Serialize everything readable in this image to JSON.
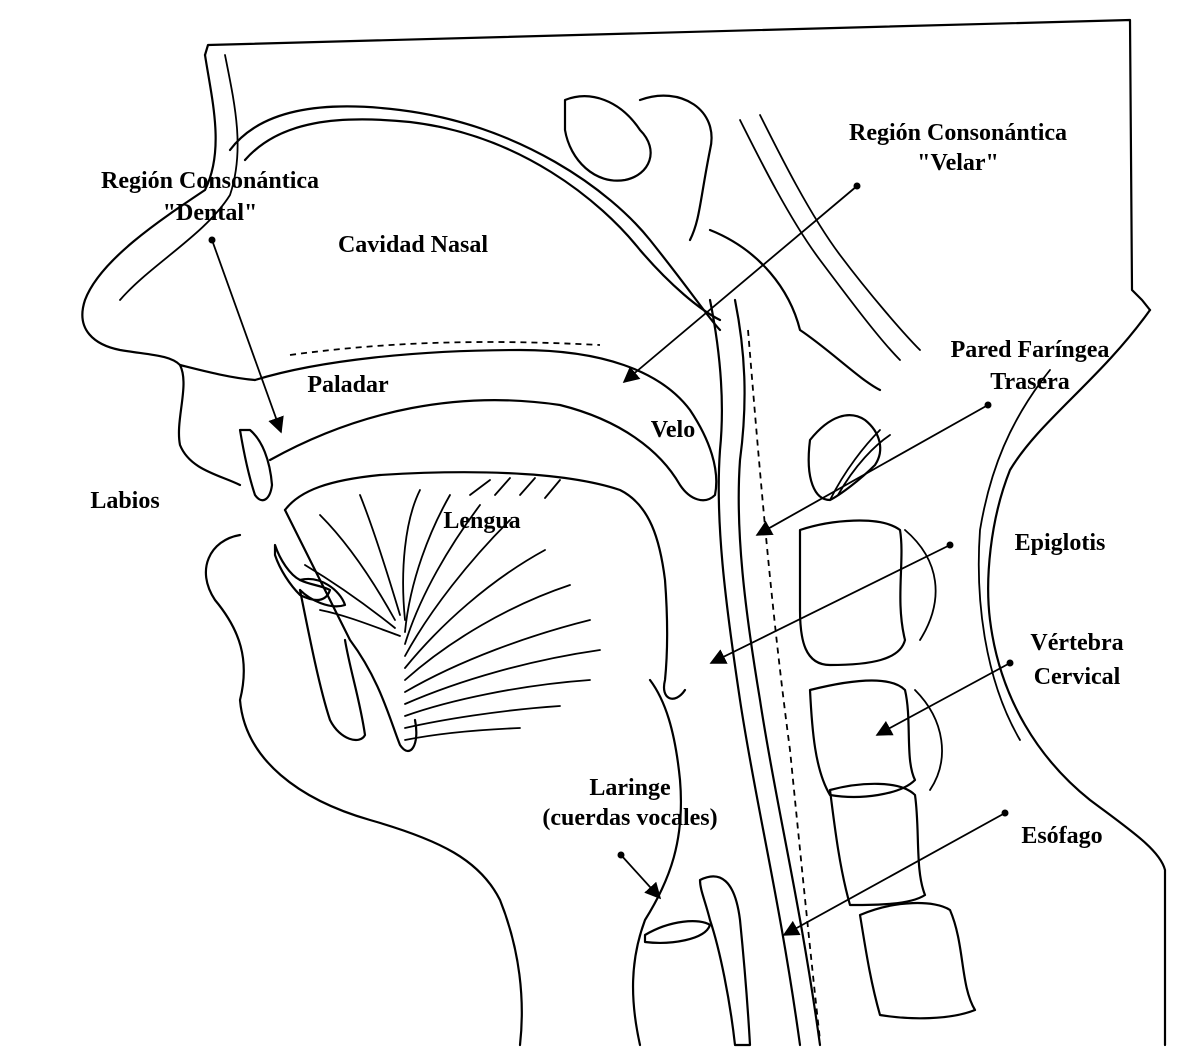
{
  "labels": {
    "region_dental_line1": "Región Consonántica",
    "region_dental_line2": "\"Dental\"",
    "cavidad_nasal": "Cavidad Nasal",
    "region_velar_line1": "Región Consonántica",
    "region_velar_line2": "\"Velar\"",
    "pared_faringea_line1": "Pared Faríngea",
    "pared_faringea_line2": "Trasera",
    "paladar": "Paladar",
    "velo": "Velo",
    "labios": "Labios",
    "lengua": "Lengua",
    "epiglotis": "Epiglotis",
    "vertebra_line1": "Vértebra",
    "vertebra_line2": "Cervical",
    "laringe_line1": "Laringe",
    "laringe_line2": "(cuerdas vocales)",
    "esofago": "Esófago"
  },
  "colors": {
    "line": "#000000",
    "background": "#ffffff"
  }
}
